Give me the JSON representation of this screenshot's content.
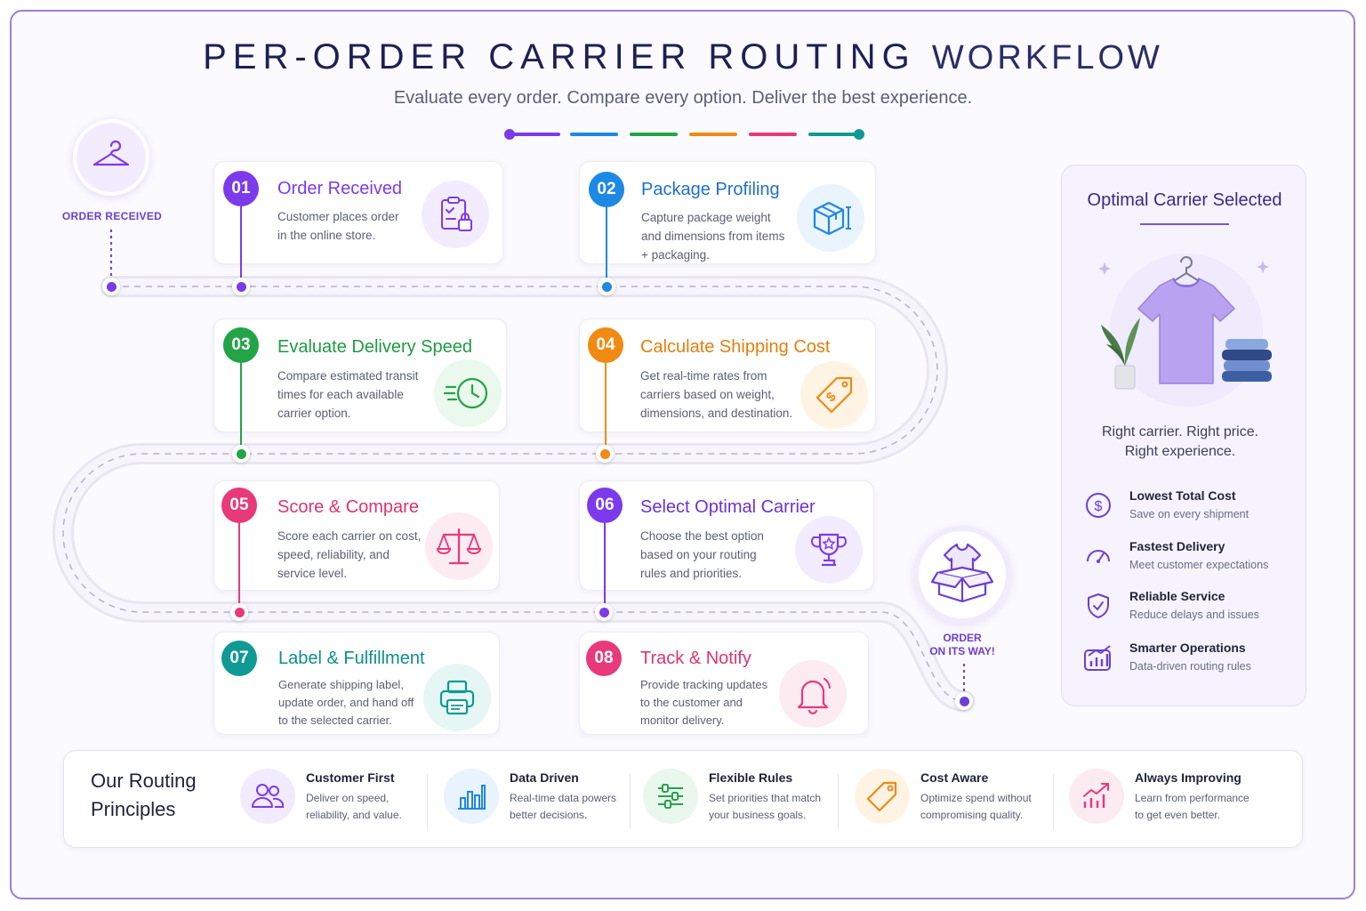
{
  "header": {
    "title_strong": "PER-ORDER CARRIER ROUTING",
    "title_light": "WORKFLOW",
    "subtitle": "Evaluate every order. Compare every option. Deliver the best experience."
  },
  "colors": {
    "purple": "#7c3aed",
    "blue": "#1e88e5",
    "green": "#22a447",
    "orange": "#f08a12",
    "pink": "#e8397a",
    "teal": "#0f9a93",
    "violet": "#6b3fd4"
  },
  "start": {
    "label": "ORDER RECEIVED",
    "icon": "hanger-icon"
  },
  "steps": [
    {
      "num": "01",
      "title": "Order Received",
      "desc": "Customer places order in the online store.",
      "icon": "clipboard-lock-icon",
      "color": "#7c3aed"
    },
    {
      "num": "02",
      "title": "Package Profiling",
      "desc": "Capture package weight and dimensions from items + packaging.",
      "icon": "package-box-icon",
      "color": "#1e88e5"
    },
    {
      "num": "03",
      "title": "Evaluate Delivery Speed",
      "desc": "Compare estimated transit times for each available carrier option.",
      "icon": "fast-clock-icon",
      "color": "#22a447"
    },
    {
      "num": "04",
      "title": "Calculate Shipping Cost",
      "desc": "Get real-time rates from carriers based on weight, dimensions, and destination.",
      "icon": "price-tag-icon",
      "color": "#f08a12"
    },
    {
      "num": "05",
      "title": "Score & Compare",
      "desc": "Score each carrier on cost, speed, reliability, and service level.",
      "icon": "scale-icon",
      "color": "#e8397a"
    },
    {
      "num": "06",
      "title": "Select Optimal Carrier",
      "desc": "Choose the best option based on your routing rules and priorities.",
      "icon": "trophy-icon",
      "color": "#7c3aed"
    },
    {
      "num": "07",
      "title": "Label & Fulfillment",
      "desc": "Generate shipping label, update order, and hand off to the selected carrier.",
      "icon": "printer-icon",
      "color": "#0f9a93"
    },
    {
      "num": "08",
      "title": "Track & Notify",
      "desc": "Provide tracking updates to the customer and monitor delivery.",
      "icon": "bell-icon",
      "color": "#e8397a"
    }
  ],
  "end": {
    "label_line1": "ORDER",
    "label_line2": "ON ITS WAY!",
    "icon": "open-box-shirt-icon"
  },
  "panel": {
    "title": "Optimal Carrier Selected",
    "tagline_line1": "Right carrier. Right price.",
    "tagline_line2": "Right experience.",
    "benefits": [
      {
        "title": "Lowest Total Cost",
        "sub": "Save on every shipment",
        "icon": "dollar-icon"
      },
      {
        "title": "Fastest Delivery",
        "sub": "Meet customer expectations",
        "icon": "speedometer-icon"
      },
      {
        "title": "Reliable Service",
        "sub": "Reduce delays and issues",
        "icon": "shield-check-icon"
      },
      {
        "title": "Smarter Operations",
        "sub": "Data-driven routing rules",
        "icon": "growth-chart-icon"
      }
    ]
  },
  "principles": {
    "title": "Our Routing Principles",
    "items": [
      {
        "name": "Customer First",
        "desc": "Deliver on speed, reliability, and value.",
        "icon": "users-icon"
      },
      {
        "name": "Data Driven",
        "desc": "Real-time data powers better decisions.",
        "icon": "bar-chart-icon"
      },
      {
        "name": "Flexible Rules",
        "desc": "Set priorities that match your business goals.",
        "icon": "sliders-icon"
      },
      {
        "name": "Cost Aware",
        "desc": "Optimize spend without compromising quality.",
        "icon": "tag-icon"
      },
      {
        "name": "Always Improving",
        "desc": "Learn from performance to get even better.",
        "icon": "trend-up-icon"
      }
    ]
  }
}
